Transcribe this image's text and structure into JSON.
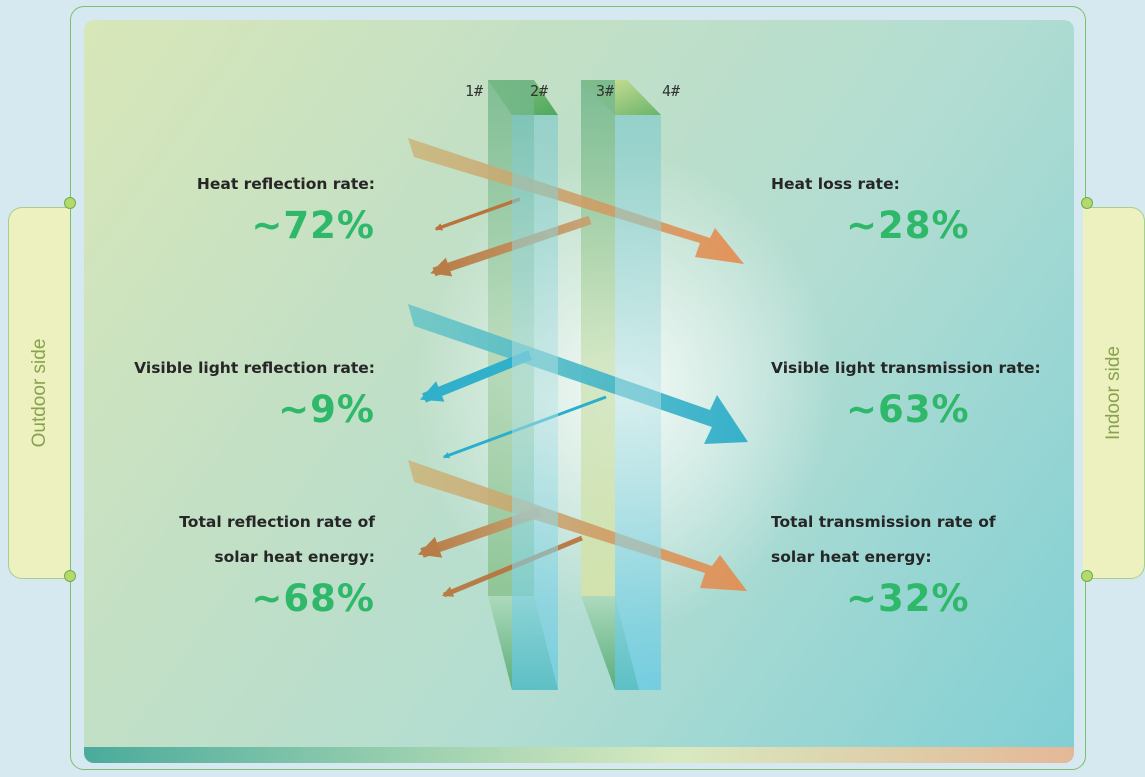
{
  "sides": {
    "outdoor": "Outdoor side",
    "indoor": "Indoor side"
  },
  "surfaces": [
    "1#",
    "2#",
    "3#",
    "4#"
  ],
  "left": {
    "heat_reflection": {
      "label": "Heat reflection rate:",
      "value": "~72%"
    },
    "visible_reflection": {
      "label": "Visible light reflection rate:",
      "value": "~9%"
    },
    "solar_reflection": {
      "label_line1": "Total reflection rate of",
      "label_line2": "solar heat energy:",
      "value": "~68%"
    }
  },
  "right": {
    "heat_loss": {
      "label": "Heat loss rate:",
      "value": "~28%"
    },
    "visible_transmission": {
      "label": "Visible light transmission rate:",
      "value": "~63%"
    },
    "solar_transmission": {
      "label_line1": "Total transmission rate of",
      "label_line2": "solar heat energy:",
      "value": "~32%"
    }
  },
  "colors": {
    "heat_arrow": "#e8884a",
    "light_arrow": "#29aecb",
    "value_green": "#2fb86a"
  }
}
